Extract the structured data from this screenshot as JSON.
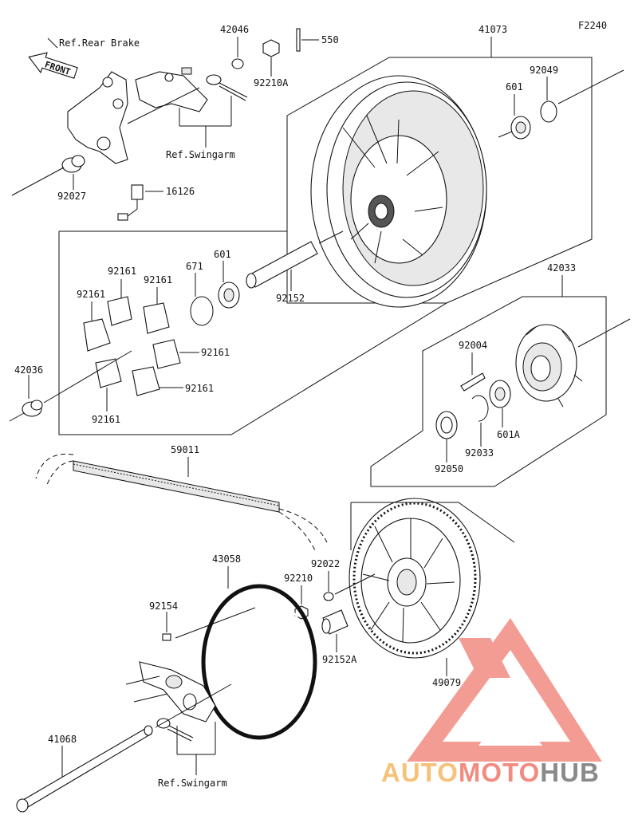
{
  "diagram": {
    "code": "F2240",
    "front_label": "FRONT",
    "refs": {
      "rear_brake": "Ref.Rear Brake",
      "swingarm_top": "Ref.Swingarm",
      "swingarm_bottom": "Ref.Swingarm"
    },
    "part_numbers": {
      "p42046": "42046",
      "p550": "550",
      "p92210A": "92210A",
      "p41073": "41073",
      "p92049": "92049",
      "p601_upper": "601",
      "p92027": "92027",
      "p16126": "16126",
      "p671": "671",
      "p601_mid": "601",
      "p92152": "92152",
      "p92161_a": "92161",
      "p92161_b": "92161",
      "p92161_c": "92161",
      "p92161_d": "92161",
      "p92161_e": "92161",
      "p92161_f": "92161",
      "p42036": "42036",
      "p42033": "42033",
      "p92004": "92004",
      "p92033": "92033",
      "p601A": "601A",
      "p92050": "92050",
      "p59011": "59011",
      "p43058": "43058",
      "p92022": "92022",
      "p92210": "92210",
      "p92154": "92154",
      "p92152A": "92152A",
      "p49079": "49079",
      "p41068": "41068"
    }
  },
  "watermark": {
    "brand_a": "AUTO",
    "brand_b": "MOTO",
    "brand_c": "HUB",
    "color_red": "#f28b82",
    "color_orange": "#f5c27a",
    "color_gray": "#8a8a8a"
  }
}
